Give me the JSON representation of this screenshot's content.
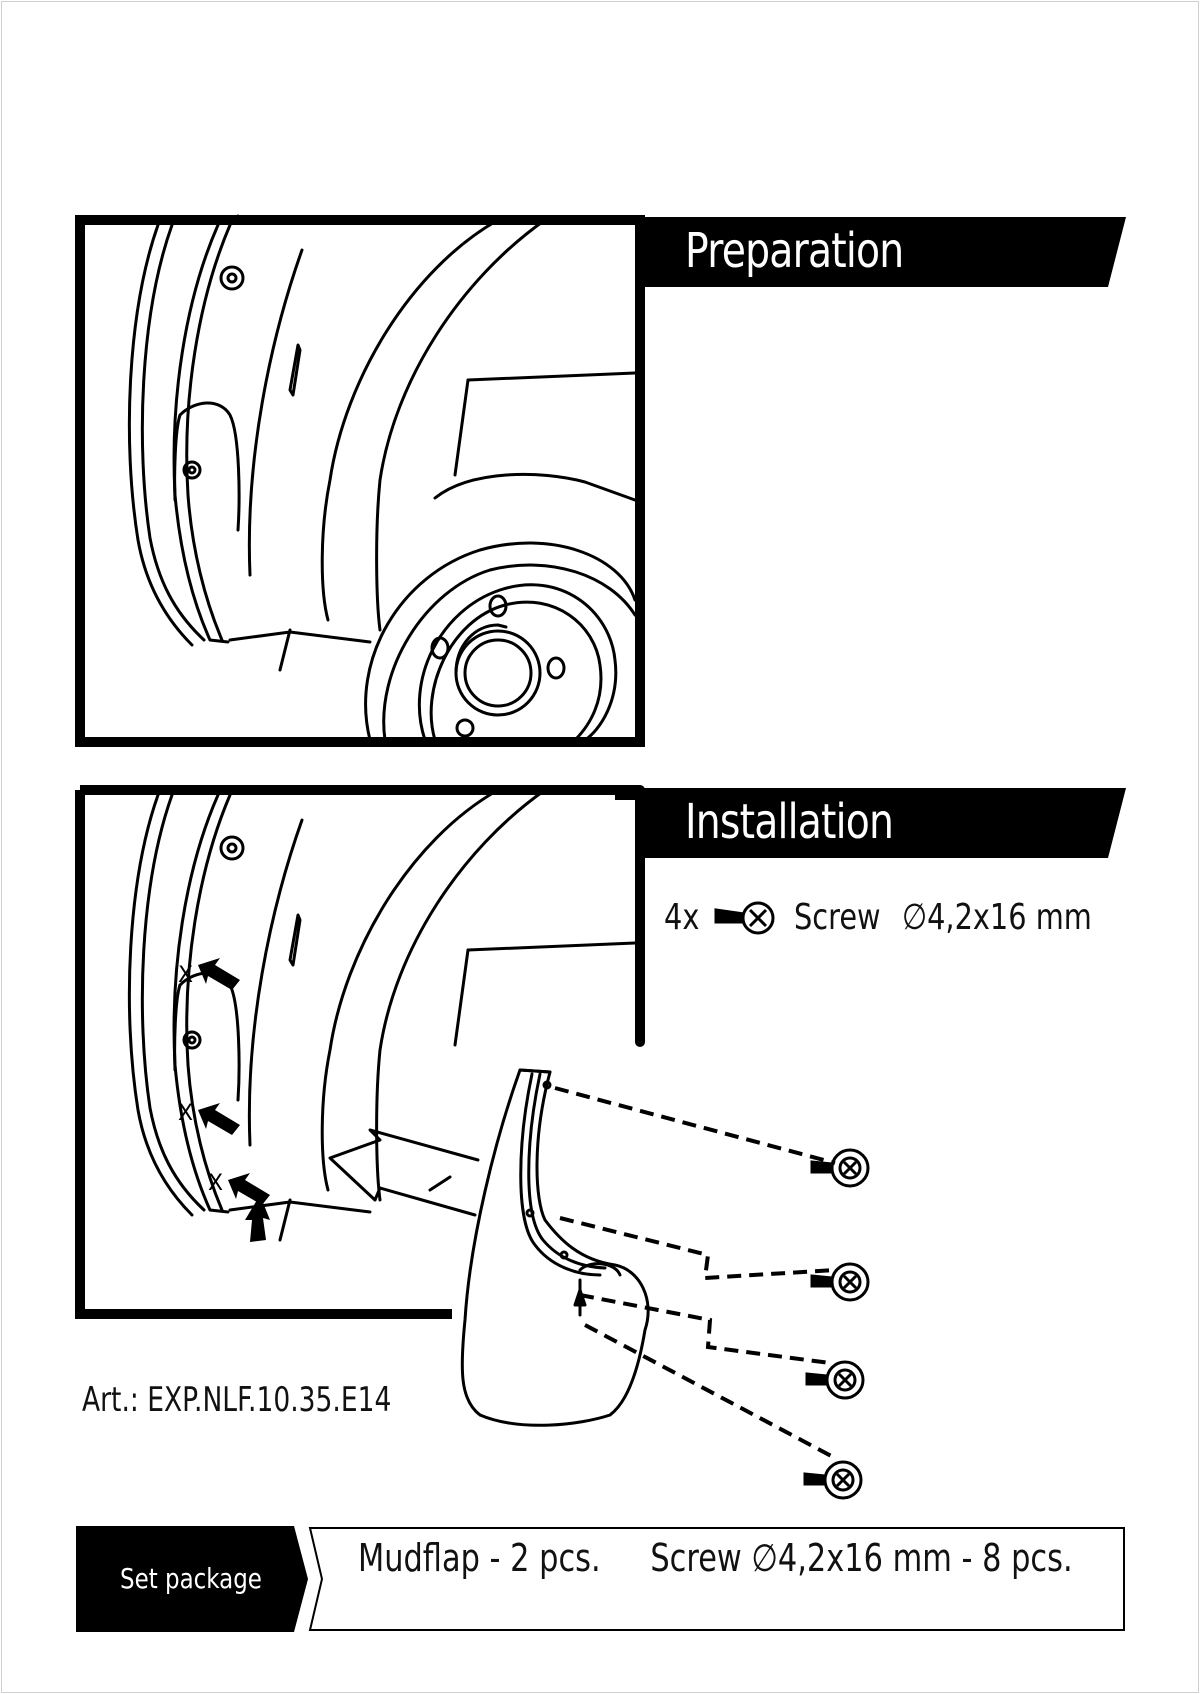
{
  "sections": {
    "preparation": {
      "title": "Preparation"
    },
    "installation": {
      "title": "Installation",
      "screw_quantity": "4x",
      "screw_label": "Screw",
      "screw_spec": "∅4,2x16 mm"
    }
  },
  "article": {
    "number": "Art.: EXP.NLF.10.35.E14"
  },
  "set_package": {
    "label": "Set package",
    "items": [
      "Mudflap - 2 pcs.",
      "Screw ∅4,2x16 mm - 8 pcs."
    ]
  },
  "icons": [
    "screw-icon",
    "arrow-icon",
    "mudflap-icon",
    "wheel-arch-icon"
  ]
}
